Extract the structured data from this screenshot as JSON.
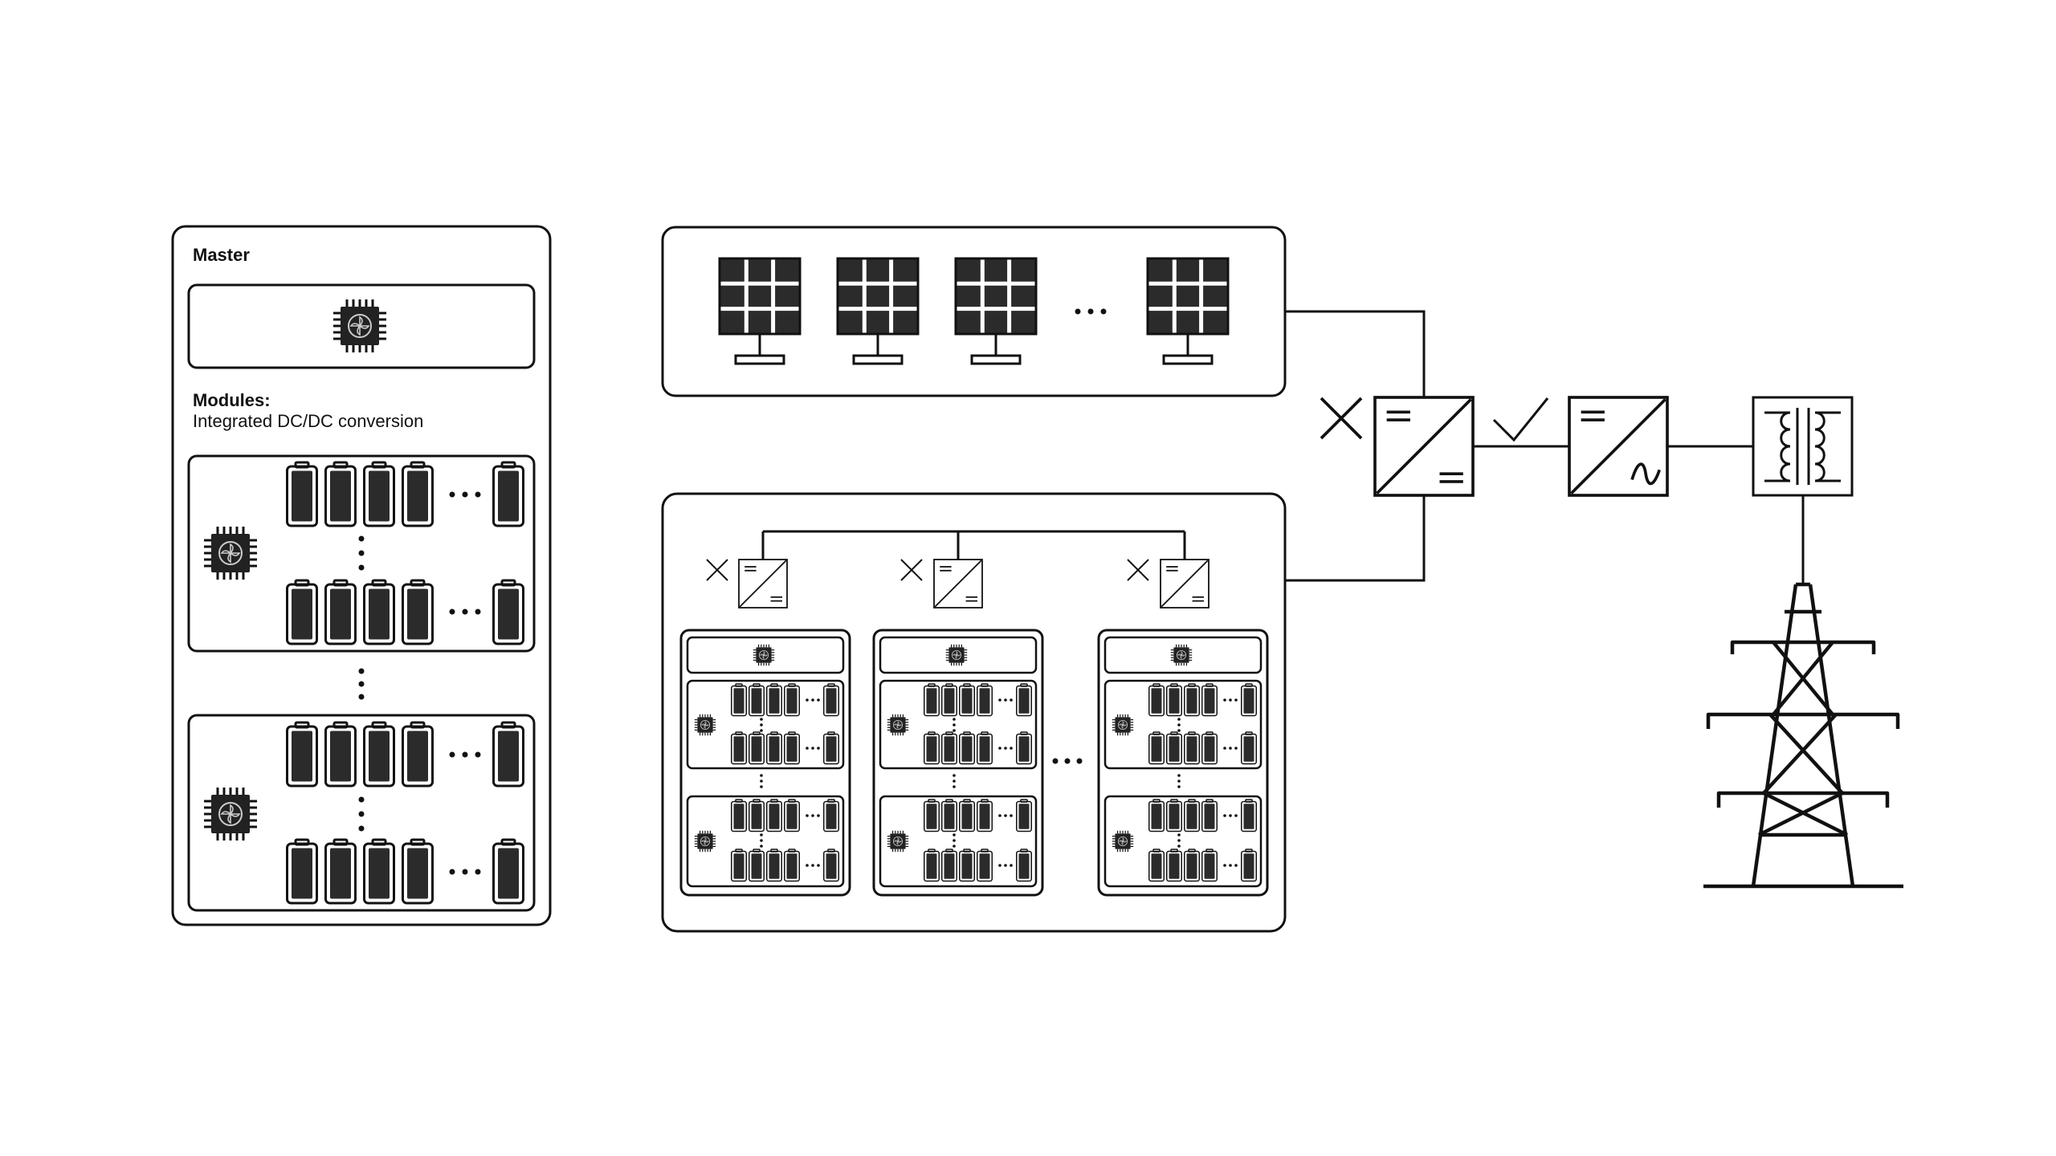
{
  "master_panel": {
    "title": "Master",
    "modules_title": "Modules:",
    "modules_subtitle": "Integrated DC/DC conversion"
  },
  "icons": {
    "chip": "microcontroller-chip-icon",
    "battery": "battery-cell-icon",
    "solar": "solar-panel-icon",
    "dcdc": "dc-dc-converter-icon",
    "inverter": "dc-ac-inverter-icon",
    "transformer": "transformer-icon",
    "pylon": "transmission-tower-icon",
    "open_switch": "open-switch-x-icon",
    "closed_switch": "closed-switch-check-icon"
  },
  "colors": {
    "stroke": "#111111",
    "fill": "#2b2b2b",
    "background": "#ffffff"
  }
}
